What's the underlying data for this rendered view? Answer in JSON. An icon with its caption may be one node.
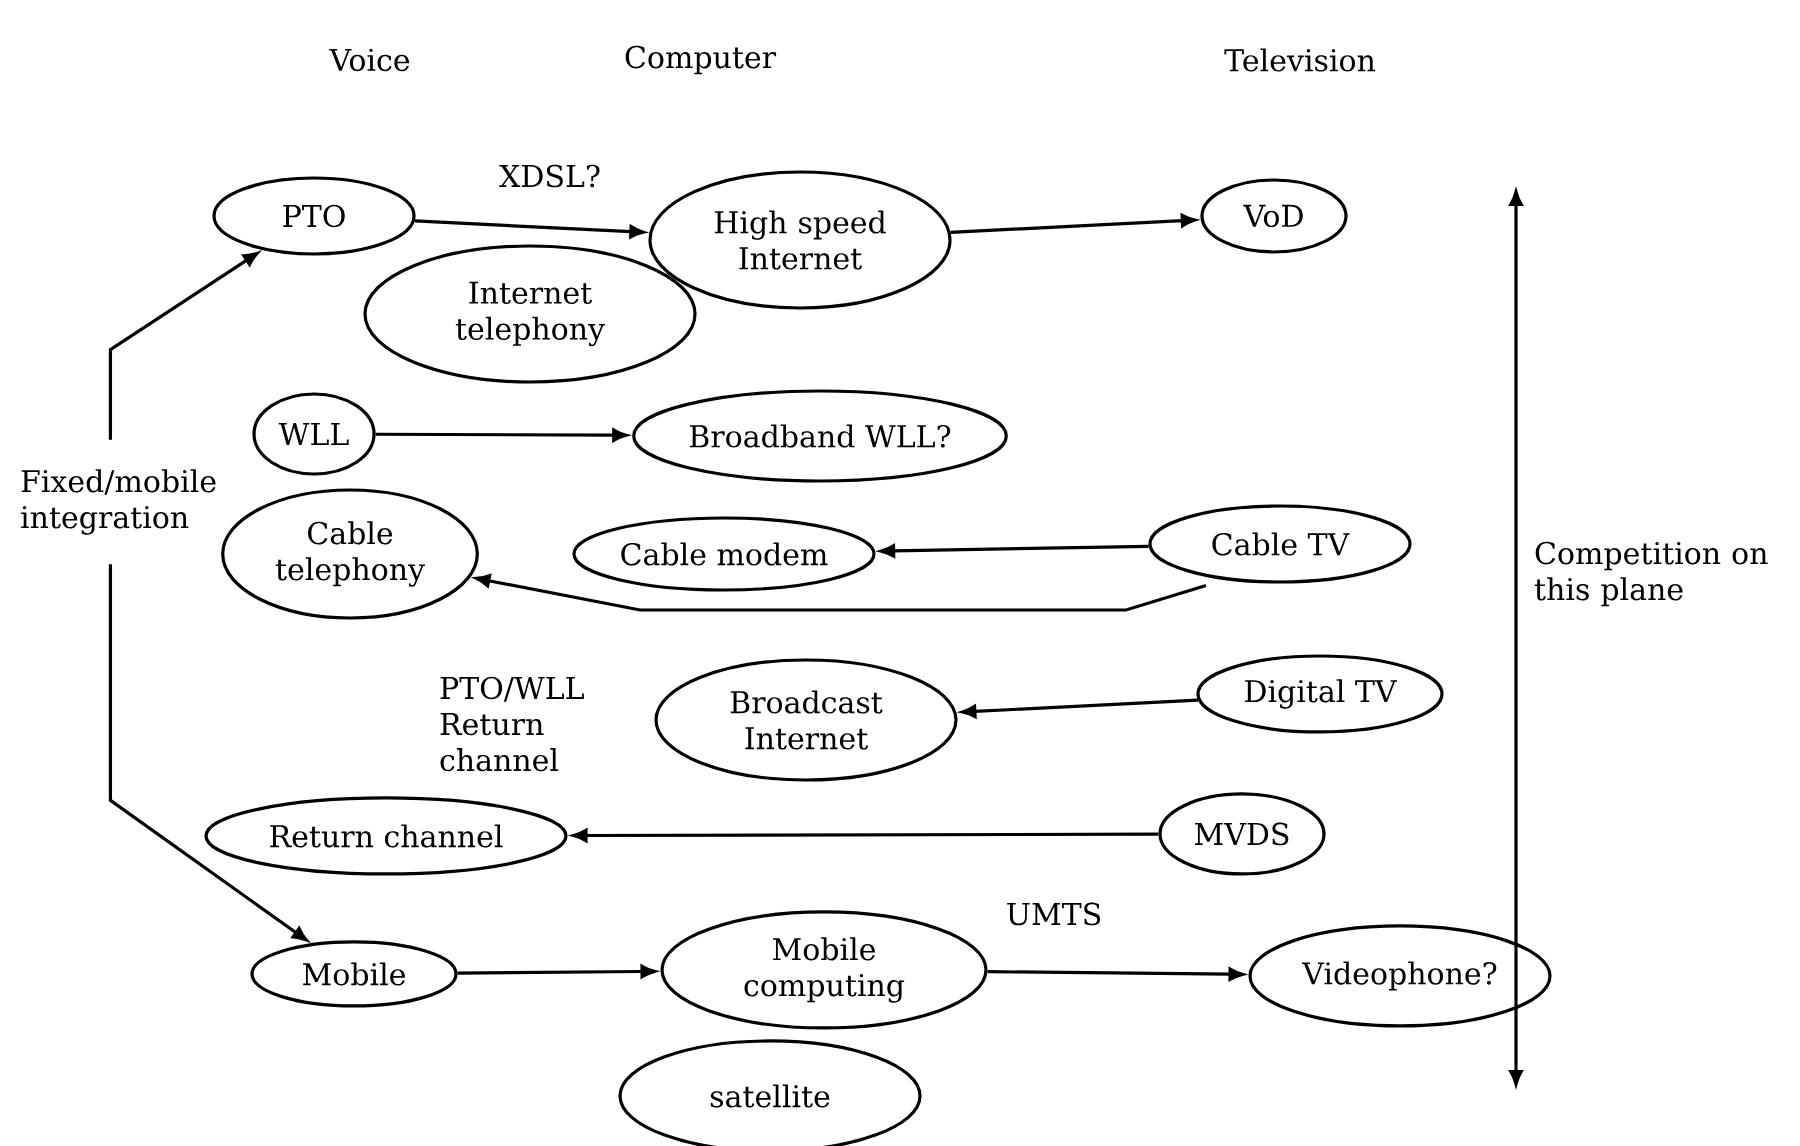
{
  "diagram": {
    "nodes": [
      {
        "text": [
          "Fixed/mobile integration"
        ]
      },
      {
        "text": [
          "PTO"
        ]
      },
      {
        "text": [
          "High speed Internet"
        ]
      },
      {
        "text": [
          "VoD"
        ]
      },
      {
        "text": [
          "Internet telephony"
        ]
      },
      {
        "text": [
          "WLL"
        ]
      },
      {
        "text": [
          "Broadband WLL?"
        ]
      },
      {
        "text": [
          "Cable telephony"
        ]
      },
      {
        "text": [
          "Cable modem"
        ]
      },
      {
        "text": [
          "Cable TV"
        ]
      },
      {
        "text": [
          "Broadcast Internet"
        ]
      },
      {
        "text": [
          "Digital TV"
        ]
      },
      {
        "text": [
          "Return channel"
        ]
      },
      {
        "text": [
          "MVDS"
        ]
      },
      {
        "text": [
          "Mobile"
        ]
      },
      {
        "text": [
          "Mobile computing"
        ]
      },
      {
        "text": [
          "Videophone?"
        ]
      },
      {
        "text": [
          "satellite"
        ]
      }
    ],
    "edges": [
      {
        "from": 0,
        "to": 1,
        "arrow": "to"
      },
      {
        "from": 0,
        "to": 14,
        "arrow": "to"
      },
      {
        "from": 1,
        "to": 2,
        "arrow": "to",
        "label": "XDSL?"
      },
      {
        "from": 2,
        "to": 3,
        "arrow": "to"
      },
      {
        "from": 5,
        "to": 6,
        "arrow": "to"
      },
      {
        "from": 9,
        "to": 8,
        "arrow": "to"
      },
      {
        "from": 9,
        "to": 7,
        "arrow": "to"
      },
      {
        "from": 11,
        "to": 10,
        "arrow": "to"
      },
      {
        "from": 13,
        "to": 12,
        "arrow": "to"
      },
      {
        "from": 14,
        "to": 15,
        "arrow": "to"
      },
      {
        "from": 15,
        "to": 16,
        "arrow": "to",
        "label": "UMTS"
      }
    ],
    "labels": [
      "Voice",
      "Computer",
      "Television",
      "PTO/WLL Return channel",
      "Competition on this plane"
    ]
  }
}
